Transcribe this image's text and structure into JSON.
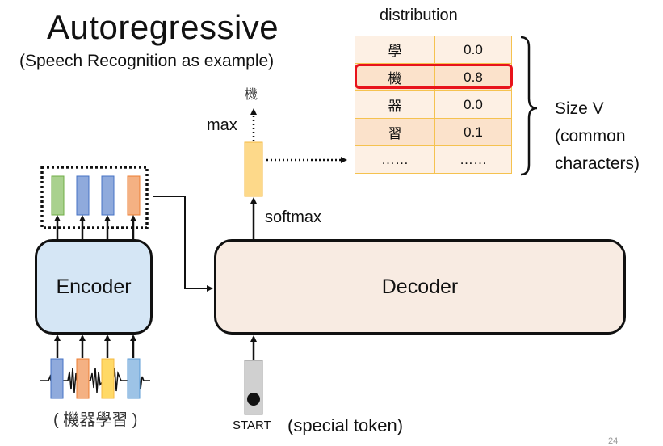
{
  "title": "Autoregressive",
  "subtitle": "(Speech Recognition as example)",
  "distribution": {
    "label": "distribution",
    "rows": [
      {
        "char": "學",
        "prob": "0.0",
        "highlighted": false
      },
      {
        "char": "機",
        "prob": "0.8",
        "highlighted": true
      },
      {
        "char": "器",
        "prob": "0.0",
        "highlighted": false
      },
      {
        "char": "習",
        "prob": "0.1",
        "highlighted": false
      },
      {
        "char": "……",
        "prob": "……",
        "highlighted": false
      }
    ],
    "size_note_line1": "Size V",
    "size_note_line2": "(common",
    "size_note_line3": "characters)"
  },
  "output": {
    "char": "機",
    "max_label": "max",
    "softmax_label": "softmax"
  },
  "encoder": {
    "label": "Encoder",
    "output_vector_colors": [
      "#a9d18e",
      "#8faadc",
      "#8faadc",
      "#f4b183"
    ],
    "input_vector_colors": [
      "#8faadc",
      "#f4b183",
      "#ffd966",
      "#9dc3e6"
    ],
    "input_caption": "( 機器學習 )"
  },
  "decoder": {
    "label": "Decoder",
    "start_token_label": "START",
    "start_token_note": "(special token)"
  },
  "colors": {
    "encoder_fill": "#d5e6f5",
    "decoder_fill": "#f8ebe2",
    "highlight": "#e8131b",
    "table_border": "#f5c24f",
    "softmax_bar": "#fdd98a"
  },
  "page_number": "24"
}
